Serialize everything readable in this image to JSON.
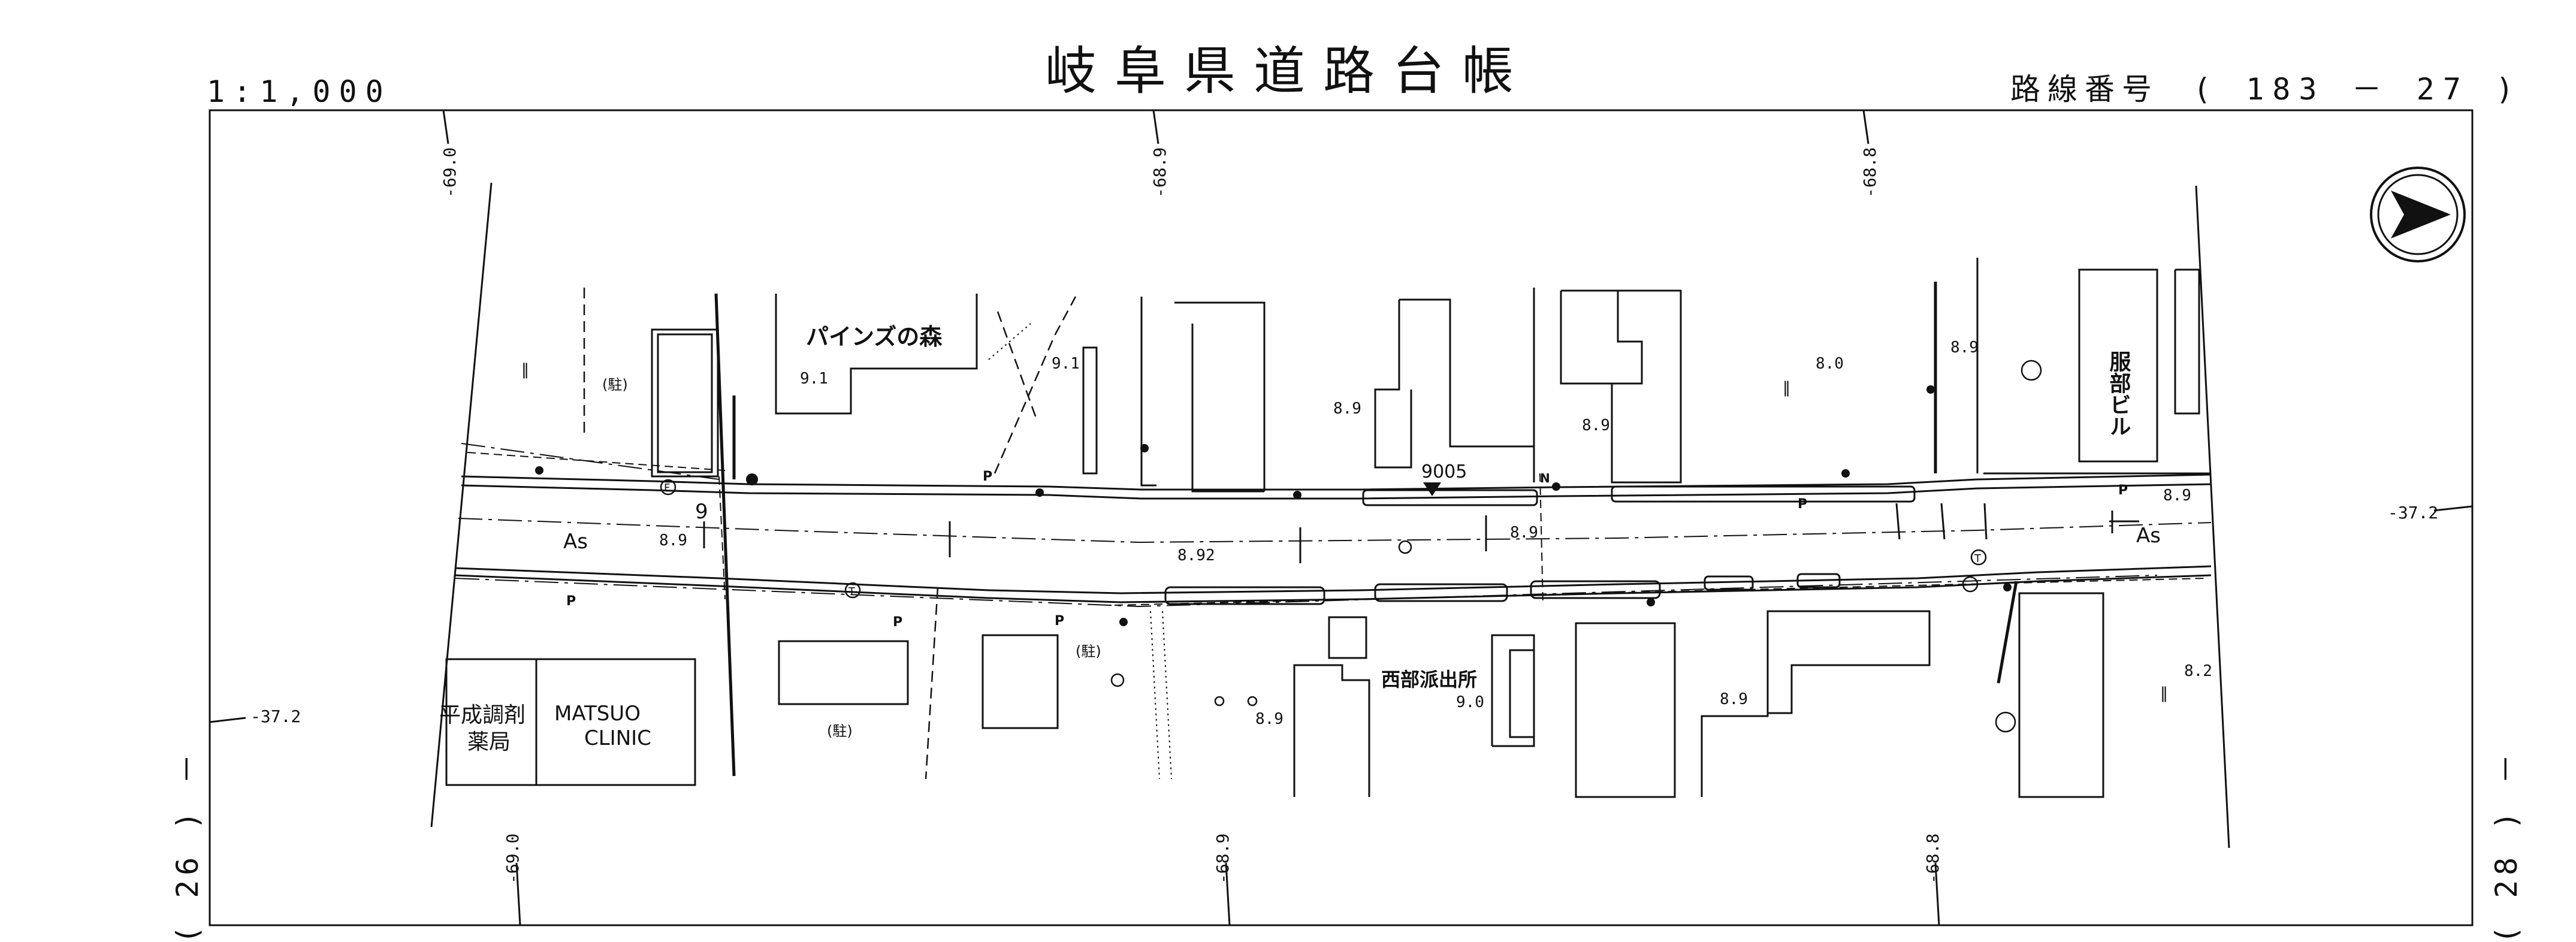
{
  "header": {
    "scale": "1:1,000",
    "title": "岐阜県道路台帳",
    "route_label": "路線番号",
    "route_number": "( 183 － 27 )"
  },
  "sheet_links": {
    "left": "( 26 ) －",
    "right": "( 28 ) －"
  },
  "grid_labels": {
    "top": [
      "-69.0",
      "-68.9",
      "-68.8"
    ],
    "bottom": [
      "-69.0",
      "-68.9",
      "-68.8"
    ],
    "left": "-37.2",
    "right": "-37.2"
  },
  "north_arrow": "north-arrow",
  "buildings": {
    "pines_forest": "パインズの森",
    "hattori_bldg": "服部ビル",
    "heisei_pharmacy_1": "平成調剤",
    "heisei_pharmacy_2": "薬局",
    "matsuo_1": "MATSUO",
    "matsuo_2": "CLINIC",
    "police_box": "西部派出所",
    "parking": "(駐)"
  },
  "road": {
    "surface_left": "As",
    "surface_right": "As",
    "route_marker": "9",
    "benchmark": "9005"
  },
  "elevations": {
    "e91a": "9.1",
    "e91b": "9.1",
    "e89a": "8.9",
    "e89b": "8.9",
    "e80": "8.0",
    "e89c": "8.9",
    "e89d": "8.9",
    "e89e": "8.9",
    "e892": "8.92",
    "e89f": "8.9",
    "e90": "9.0",
    "e89g": "8.9",
    "e89h": "8.9",
    "e82": "8.2"
  },
  "symbols": {
    "parking_mark": "P",
    "signal_mark": "T",
    "fire_mark": "F",
    "north_mark": "N",
    "grass_mark": "‖"
  }
}
